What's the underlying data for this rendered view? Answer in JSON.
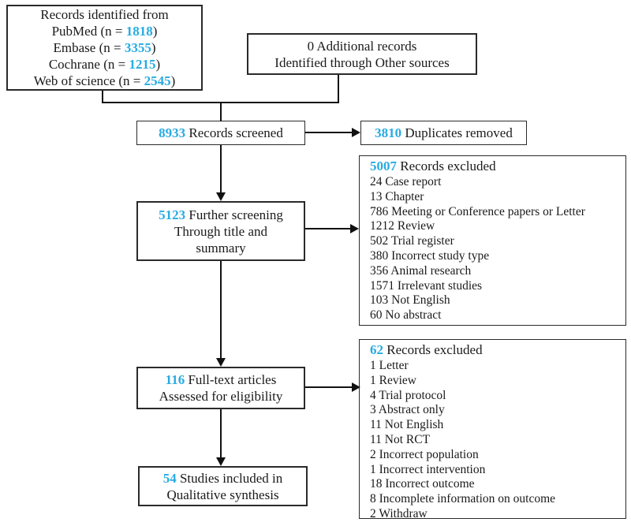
{
  "accent_color": "#29ABE2",
  "boxes": {
    "identified": {
      "title": "Records identified from",
      "sources": [
        {
          "prefix": "PubMed (n = ",
          "n": "1818",
          "suffix": ")"
        },
        {
          "prefix": "Embase (n = ",
          "n": "3355",
          "suffix": ")"
        },
        {
          "prefix": "Cochrane (n = ",
          "n": "1215",
          "suffix": ")"
        },
        {
          "prefix": "Web of science (n = ",
          "n": "2545",
          "suffix": ")"
        }
      ]
    },
    "additional": {
      "line1": "0 Additional records",
      "line2": "Identified through Other sources"
    },
    "screened": {
      "n": "8933",
      "label": " Records screened"
    },
    "duplicates": {
      "n": "3810",
      "label": " Duplicates removed"
    },
    "further_screening": {
      "n": "5123",
      "label": " Further screening",
      "line2": "Through title and",
      "line3": "summary"
    },
    "excluded_screening": {
      "n": "5007",
      "label": " Records excluded",
      "items": [
        "24 Case report",
        "13 Chapter",
        "786 Meeting or Conference papers or Letter",
        "1212 Review",
        "502 Trial register",
        "380 Incorrect study type",
        "356 Animal research",
        "1571 Irrelevant studies",
        "103 Not English",
        "60 No abstract"
      ]
    },
    "fulltext": {
      "n": "116",
      "label": " Full-text articles",
      "line2": "Assessed for eligibility"
    },
    "excluded_eligibility": {
      "n": "62",
      "label": " Records excluded",
      "items": [
        "1 Letter",
        "1 Review",
        "4 Trial protocol",
        "3 Abstract only",
        "11 Not English",
        "11 Not RCT",
        "2 Incorrect population",
        "1 Incorrect intervention",
        "18 Incorrect outcome",
        "8 Incomplete information on outcome",
        "2 Withdraw"
      ]
    },
    "included": {
      "n": "54",
      "label": " Studies included in",
      "line2": "Qualitative synthesis"
    }
  }
}
